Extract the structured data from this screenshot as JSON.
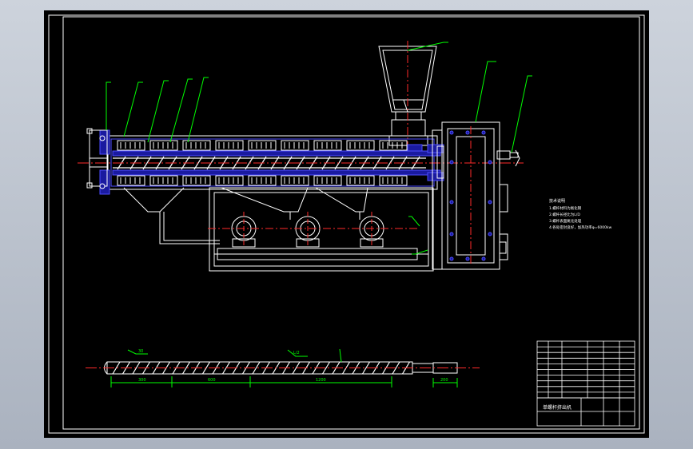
{
  "colors": {
    "frame": "#ffffff",
    "outline": "#ffffff",
    "leader": "#00ff00",
    "centerline": "#ff2a2a",
    "barrel_fill": "#1a1aa0",
    "barrel_edge": "#4d4dff",
    "flight": "#ffffff",
    "dimension": "#00ff00",
    "table_text": "#ffffff"
  },
  "notes": {
    "heading": "技术说明",
    "lines": [
      "1.螺杆材料为氮化钢",
      "2.螺杆长径比为L/D",
      "3.螺杆表面氮化处理",
      "4.各处密封良好，加热功率φ=6000kw"
    ]
  },
  "dimensions": {
    "upper_labels": [
      "30",
      "L/2"
    ],
    "lower_labels": [
      "300",
      "600",
      "1200",
      "200"
    ]
  },
  "title_block": {
    "title": "单螺杆挤出机"
  }
}
